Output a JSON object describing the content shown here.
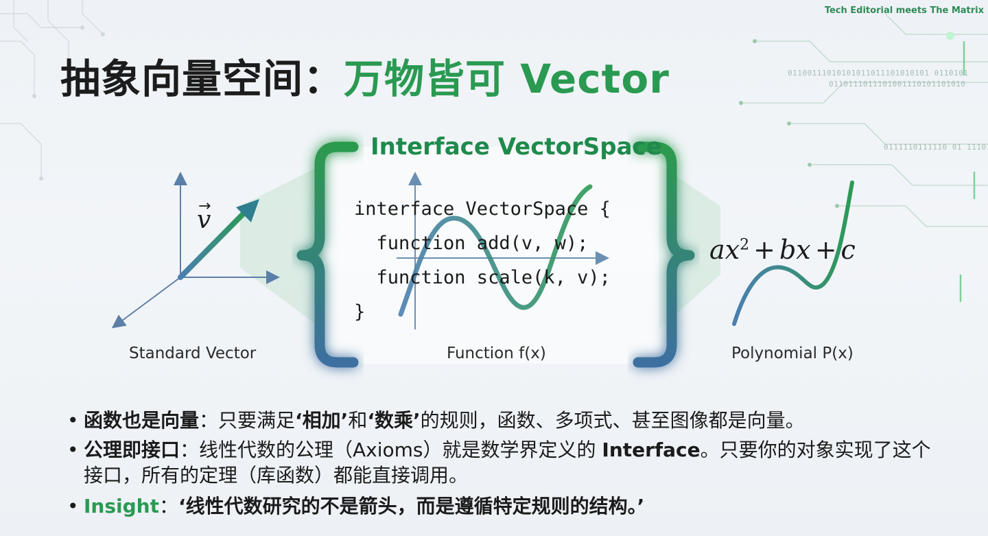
{
  "header": {
    "tagline": "Tech Editorial meets The Matrix",
    "binary_rows": [
      "01100111010101011011101010101 0110101",
      "0110111011101001110101101010",
      "0111110111110 01 11101"
    ]
  },
  "title": {
    "main": "抽象向量空间：",
    "accent": "万物皆可 Vector"
  },
  "diagram": {
    "interface_title": "Interface VectorSpace",
    "code": "interface VectorSpace {\n  function add(v, w);\n  function scale(k, v);\n}",
    "vector_label": "v",
    "formula": {
      "a": "ax",
      "exp": "2",
      "op1": "+",
      "b": "bx",
      "op2": "+",
      "c": "c"
    },
    "captions": {
      "standard_vector": "Standard Vector",
      "function": "Function f(x)",
      "polynomial": "Polynomial P(x)"
    }
  },
  "bullets": {
    "b1": {
      "head": "函数也是向量",
      "sep": "：只要满足",
      "q1": "‘相加’",
      "and": "和",
      "q2": "‘数乘’",
      "rest": "的规则，函数、多项式、甚至图像都是向量。"
    },
    "b2": {
      "head": "公理即接口",
      "sep": "：线性代数的公理（Axioms）就是数学界定义的 ",
      "strong": "Interface",
      "rest": "。只要你的对象实现了这个接口，所有的定理（库函数）都能直接调用。"
    },
    "b3": {
      "head": "Insight",
      "sep": "：",
      "quote": "‘线性代数研究的不是箭头，而是遵循特定规则的结构。’"
    }
  },
  "colors": {
    "accent": "#2a9a52",
    "axis": "#5b7fa6",
    "arrow": "#2f7f6f"
  },
  "icons": {
    "bullet": "•"
  }
}
